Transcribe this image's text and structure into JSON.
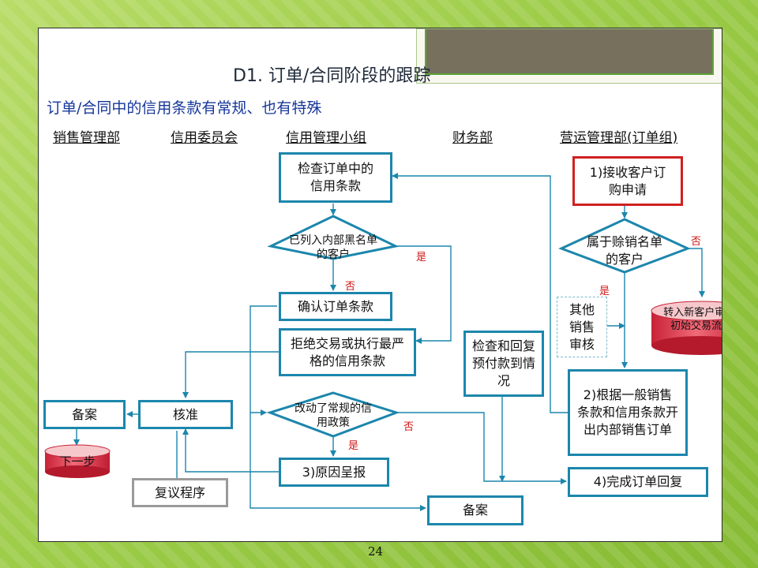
{
  "slide": {
    "title": "D1. 订单/合同阶段的跟踪",
    "subtitle": "订单/合同中的信用条款有常规、也有特殊",
    "page_number": "24"
  },
  "columns": [
    "销售管理部",
    "信用委员会",
    "信用管理小组",
    "财务部",
    "营运管理部(订单组)"
  ],
  "nodes": {
    "check_terms": "检查订单中的信用条款",
    "blacklist_q": "已列入内部黑名单的客户",
    "confirm_terms": "确认订单条款",
    "reject": "拒绝交易或执行最严格的信用条款",
    "changed_policy_q": "改动了常规的信用政策",
    "reason_report": "3)原因呈报",
    "archive_left": "备案",
    "approve": "核准",
    "next_step": "下一步",
    "review": "复议程序",
    "archive_bottom": "备案",
    "check_prepay": "检查和回复预付款到情况",
    "receive": "1)接收客户订购申请",
    "bad_debt_q": "属于赊销名单的客户",
    "new_customer": "转入新客户审批/初始交易流程",
    "other_sales": "其他销售审核",
    "internal_order": "2)根据一般销售条款和信用条款开出内部销售订单",
    "complete_reply": "4)完成订单回复"
  },
  "edge_labels": {
    "blacklist_yes": "是",
    "blacklist_no": "否",
    "bad_debt_no": "否",
    "bad_debt_yes": "是",
    "policy_no": "否",
    "policy_yes": "是"
  },
  "colors": {
    "flow_blue": "#1c86ac",
    "highlight_red": "#d02020",
    "cylinder_red": "#e23a4a",
    "label_red": "#d01515",
    "title_blue": "#17379a",
    "background_green": "#9ccc48"
  }
}
